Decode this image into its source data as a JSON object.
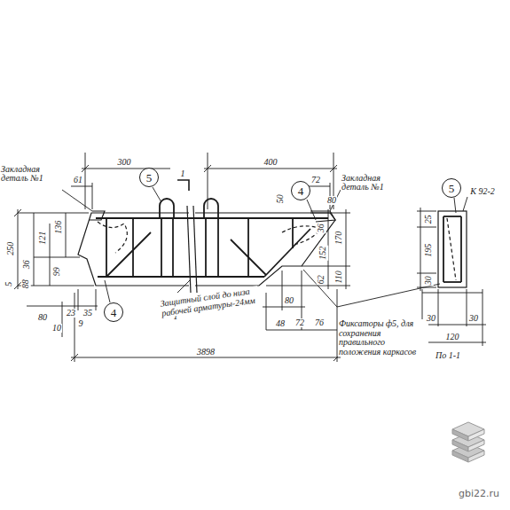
{
  "diagram": {
    "nodes": [
      {
        "text": [
          "5"
        ]
      },
      {
        "text": [
          "4"
        ]
      },
      {
        "text": [
          "4"
        ]
      },
      {
        "text": [
          "5"
        ]
      }
    ],
    "labels": [
      "300",
      "400",
      "Закладная деталь №1",
      "61",
      "1",
      "1",
      "50",
      "72",
      "80",
      "Закладная деталь №1",
      "250",
      "36",
      "121",
      "136",
      "5",
      "88",
      "99",
      "80",
      "10",
      "23",
      "35",
      "9",
      "Защитный слой до низа рабочей арматуры-24мм",
      "36",
      "152",
      "62",
      "170",
      "110",
      "80",
      "48",
      "72",
      "76",
      "3898",
      "Фиксаторы ф5, для сохранения правильного положения каркасов",
      "25",
      "195",
      "30",
      "К 92-2",
      "30",
      "30",
      "120",
      "По 1-1",
      "gbi22.ru"
    ]
  }
}
